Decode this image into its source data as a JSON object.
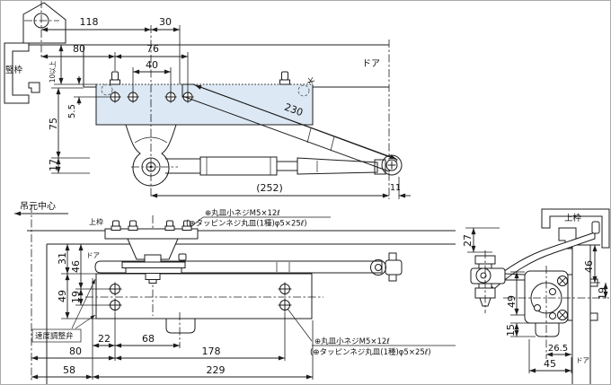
{
  "drawing": {
    "colors": {
      "body_fill": "#dce8f4",
      "line": "#1c1c1c"
    },
    "top_view": {
      "vertical_frame_label": "竪枠",
      "door_label": "ドア",
      "dims": {
        "d118": "118",
        "d30": "30",
        "d80": "80",
        "d76": "76",
        "d40": "40",
        "d10min": "10以上",
        "d5_5": "5.5",
        "d75": "75",
        "d17": "17",
        "d230": "230",
        "d252": "(252)",
        "d11": "11"
      }
    },
    "bottom_view": {
      "hinge_center_label": "吊元中心",
      "top_frame_label": "上枠",
      "door_label": "ドア",
      "valve_label": "速度調整弁",
      "dims": {
        "d31": "31",
        "d46": "46",
        "d49": "49",
        "d19": "19",
        "d22": "22",
        "d68": "68",
        "d80": "80",
        "d178": "178",
        "d58": "58",
        "d229": "229"
      }
    },
    "side_view": {
      "top_frame_label": "上枠",
      "door_label": "ドア",
      "dims": {
        "d27": "27",
        "d49": "49",
        "d15": "15",
        "d46": "46",
        "d19": "19",
        "d26_5": "26.5",
        "d45": "45"
      }
    },
    "notes": {
      "machine_screw": "⊕丸皿小ネジM5×12ℓ",
      "tapping_screw": "(⊕タッピンネジ丸皿(1種)φ5×25ℓ)"
    }
  }
}
